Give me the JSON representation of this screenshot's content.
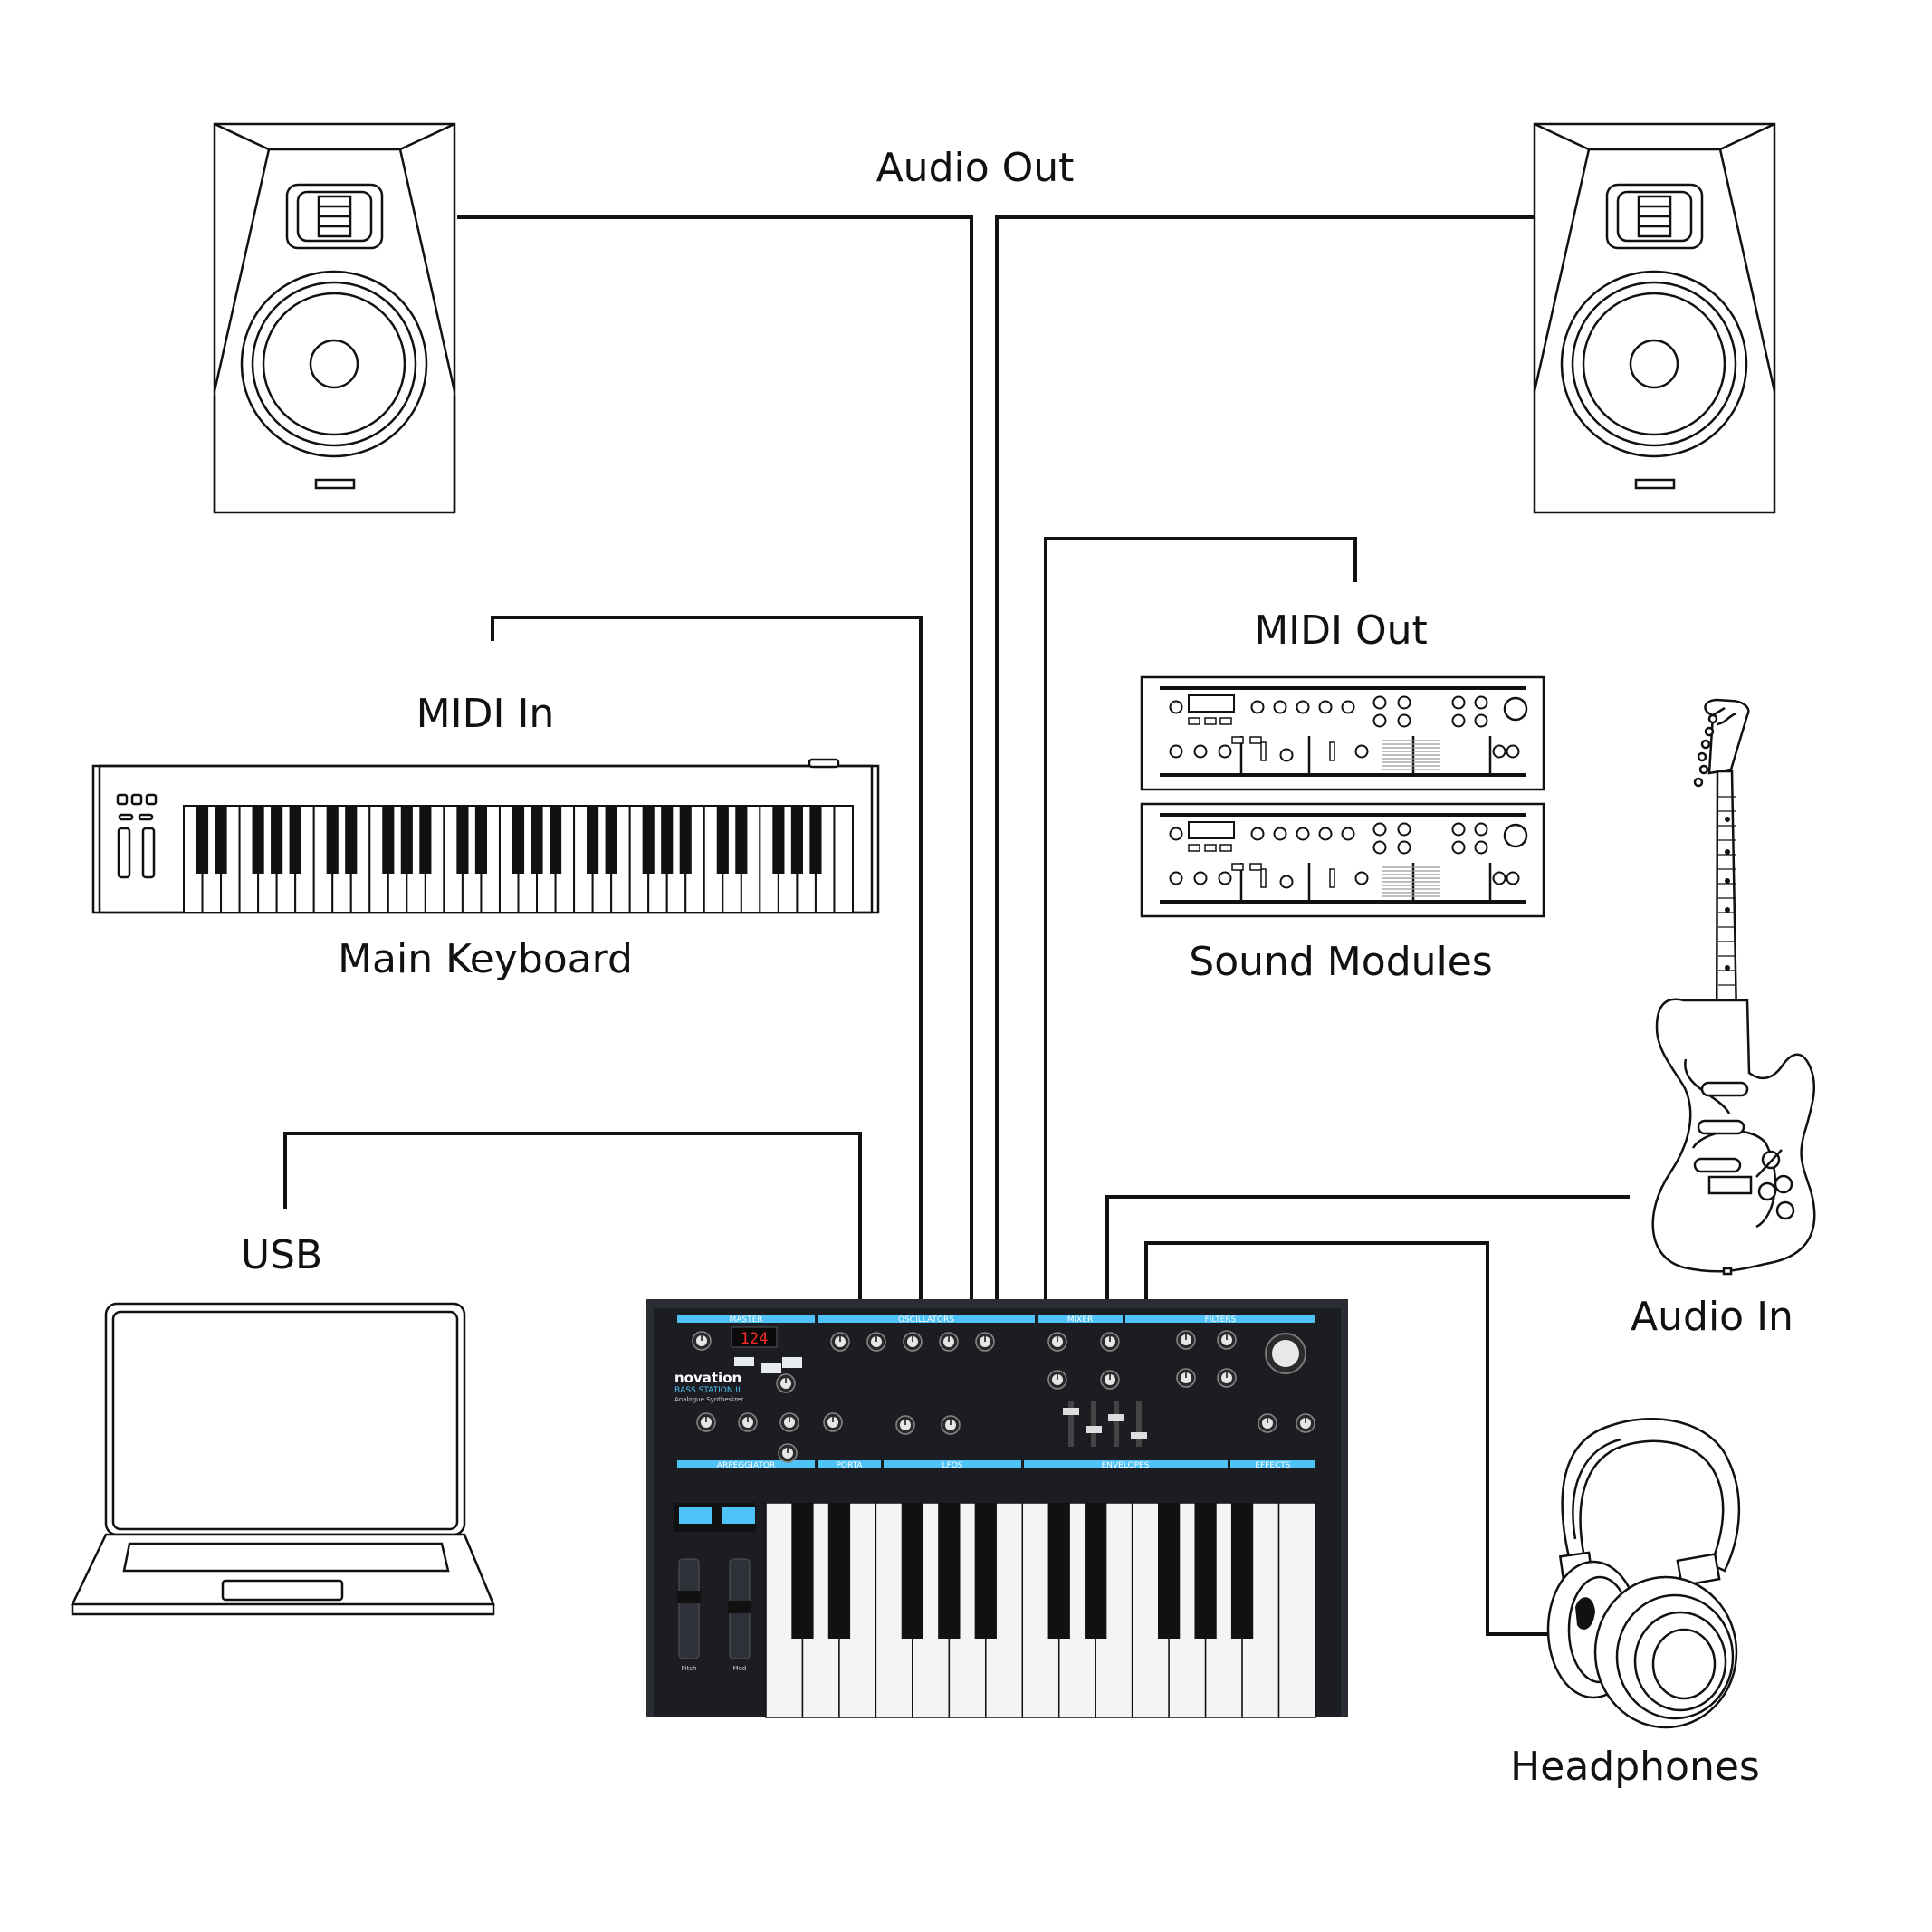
{
  "labels": {
    "audio_out": "Audio Out",
    "midi_in": "MIDI In",
    "main_keyboard": "Main Keyboard",
    "midi_out": "MIDI Out",
    "sound_modules": "Sound Modules",
    "usb": "USB",
    "audio_in": "Audio In",
    "headphones": "Headphones"
  },
  "synth": {
    "brand": "novation",
    "model": "BASS STATION II",
    "subtitle": "Analogue Synthesizer",
    "display": "124",
    "sections": {
      "master": "MASTER",
      "oscillators": "OSCILLATORS",
      "mixer": "MIXER",
      "filters": "FILTERS",
      "arpeggiator": "ARPEGGIATOR",
      "porta": "PORTA",
      "lfos": "LFOS",
      "envelopes": "ENVELOPES",
      "effects": "EFFECTS"
    },
    "wheels": {
      "pitch": "Pitch",
      "mod": "Mod"
    }
  },
  "colors": {
    "line": "#111111",
    "synth_body": "#1b1d22",
    "synth_accent": "#4fc3f7",
    "display_led": "#ff2a2a"
  }
}
